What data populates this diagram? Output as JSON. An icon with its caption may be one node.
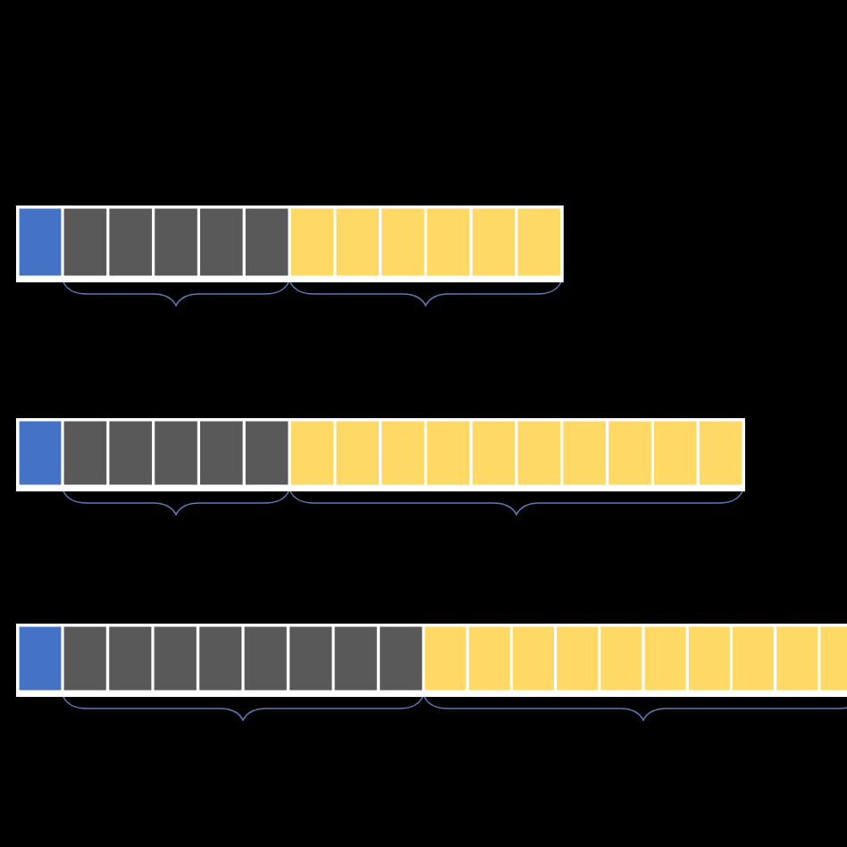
{
  "diagram": {
    "nodes": [
      {
        "text": [],
        "shape": "box"
      },
      {
        "text": [],
        "shape": "box"
      },
      {
        "text": [],
        "shape": "box"
      },
      {
        "text": [],
        "shape": "box"
      },
      {
        "text": [],
        "shape": "box"
      },
      {
        "text": [],
        "shape": "box"
      },
      {
        "text": [],
        "shape": "box"
      },
      {
        "text": [],
        "shape": "box"
      },
      {
        "text": [],
        "shape": "box"
      },
      {
        "text": [],
        "shape": "box"
      },
      {
        "text": [],
        "shape": "box"
      },
      {
        "text": [],
        "shape": "box"
      },
      {
        "text": [],
        "shape": "box"
      },
      {
        "text": [],
        "shape": "box"
      },
      {
        "text": [],
        "shape": "box"
      },
      {
        "text": [],
        "shape": "box"
      },
      {
        "text": [],
        "shape": "box"
      },
      {
        "text": [],
        "shape": "box"
      },
      {
        "text": [],
        "shape": "box"
      },
      {
        "text": [],
        "shape": "box"
      },
      {
        "text": [],
        "shape": "box"
      },
      {
        "text": [],
        "shape": "box"
      },
      {
        "text": [],
        "shape": "box"
      },
      {
        "text": [],
        "shape": "box"
      },
      {
        "text": [],
        "shape": "box"
      },
      {
        "text": [],
        "shape": "box"
      },
      {
        "text": [],
        "shape": "box"
      },
      {
        "text": [],
        "shape": "box"
      },
      {
        "text": [],
        "shape": "box"
      },
      {
        "text": [],
        "shape": "box"
      },
      {
        "text": [],
        "shape": "box"
      },
      {
        "text": [],
        "shape": "box"
      },
      {
        "text": [],
        "shape": "box"
      },
      {
        "text": [],
        "shape": "box"
      },
      {
        "text": [],
        "shape": "box"
      },
      {
        "text": [],
        "shape": "box"
      },
      {
        "text": [],
        "shape": "box"
      },
      {
        "text": [],
        "shape": "box"
      },
      {
        "text": [],
        "shape": "box"
      },
      {
        "text": [],
        "shape": "box"
      },
      {
        "text": [],
        "shape": "box"
      },
      {
        "text": [],
        "shape": "box"
      },
      {
        "text": [],
        "shape": "box"
      },
      {
        "text": [],
        "shape": "box"
      },
      {
        "text": [],
        "shape": "box"
      },
      {
        "text": [],
        "shape": "box"
      },
      {
        "text": [],
        "shape": "box"
      }
    ]
  }
}
